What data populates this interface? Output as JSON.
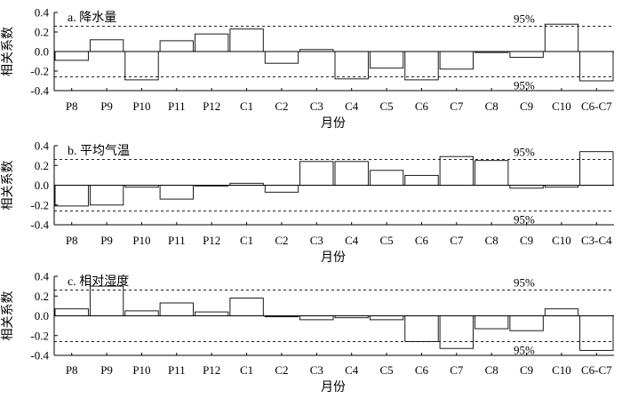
{
  "figure": {
    "x_axis_title": "月份",
    "y_axis_title": "相关系数"
  },
  "chart_data": [
    {
      "type": "bar",
      "title": "a. 降水量",
      "xlabel": "月份",
      "ylabel": "相关系数",
      "ylim": [
        -0.4,
        0.4
      ],
      "yticks": [
        "0.4",
        "0.2",
        "0.0",
        "-0.2",
        "-0.4"
      ],
      "categories": [
        "P8",
        "P9",
        "P10",
        "P11",
        "P12",
        "C1",
        "C2",
        "C3",
        "C4",
        "C5",
        "C6",
        "C7",
        "C8",
        "C9",
        "C10",
        "C6-C7"
      ],
      "values": [
        -0.09,
        0.12,
        -0.29,
        0.11,
        0.18,
        0.23,
        -0.12,
        0.02,
        -0.28,
        -0.17,
        -0.29,
        -0.18,
        -0.01,
        -0.06,
        0.28,
        -0.3
      ],
      "threshold": 0.26,
      "threshold_label_top": "95%",
      "threshold_label_bottom": "95%"
    },
    {
      "type": "bar",
      "title": "b. 平均气温",
      "xlabel": "月份",
      "ylabel": "相关系数",
      "ylim": [
        -0.4,
        0.4
      ],
      "yticks": [
        "0.4",
        "0.2",
        "0.0",
        "-0.2",
        "-0.4"
      ],
      "categories": [
        "P8",
        "P9",
        "P10",
        "P11",
        "P12",
        "C1",
        "C2",
        "C3",
        "C4",
        "C5",
        "C6",
        "C7",
        "C8",
        "C9",
        "C10",
        "C3-C4"
      ],
      "values": [
        -0.21,
        -0.2,
        -0.02,
        -0.14,
        0.0,
        0.02,
        -0.07,
        0.24,
        0.24,
        0.15,
        0.1,
        0.29,
        0.25,
        -0.03,
        -0.02,
        0.34
      ],
      "threshold": 0.26,
      "threshold_label_top": "95%",
      "threshold_label_bottom": "95%"
    },
    {
      "type": "bar",
      "title": "c. 相对湿度",
      "xlabel": "月份",
      "ylabel": "相关系数",
      "ylim": [
        -0.4,
        0.4
      ],
      "yticks": [
        "0.4",
        "0.2",
        "0.0",
        "-0.2",
        "-0.4"
      ],
      "categories": [
        "P8",
        "P9",
        "P10",
        "P11",
        "P12",
        "C1",
        "C2",
        "C3",
        "C4",
        "C5",
        "C6",
        "C7",
        "C8",
        "C9",
        "C10",
        "C6-C7"
      ],
      "values": [
        0.07,
        0.3,
        0.05,
        0.13,
        0.04,
        0.18,
        -0.01,
        -0.04,
        -0.02,
        -0.04,
        -0.26,
        -0.33,
        -0.13,
        -0.15,
        0.07,
        -0.35
      ],
      "threshold": 0.26,
      "threshold_label_top": "95%",
      "threshold_label_bottom": "95%"
    }
  ]
}
